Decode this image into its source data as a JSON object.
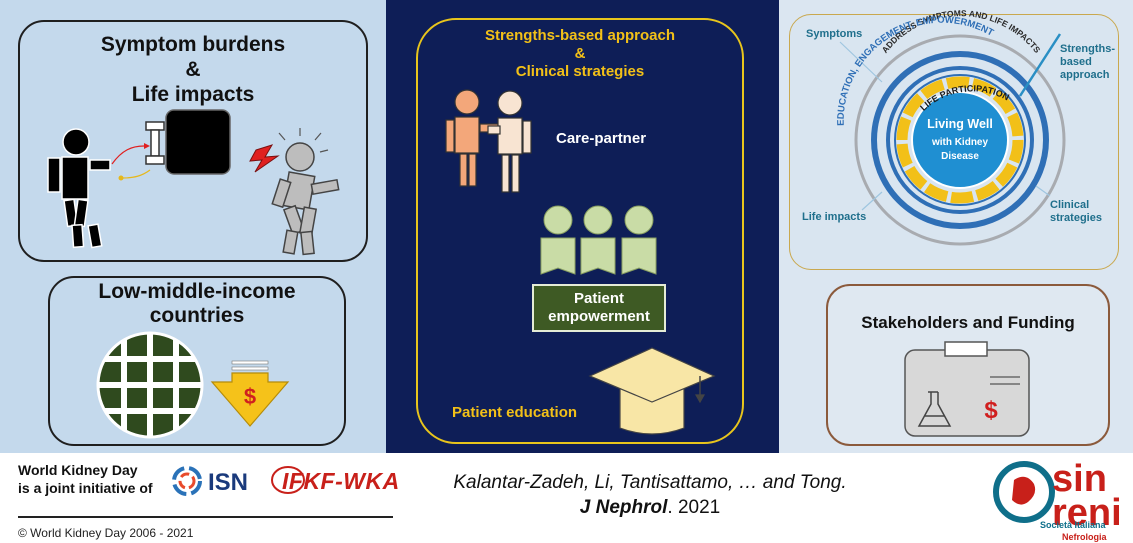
{
  "left_panel": {
    "symptom_title": "Symptom burdens",
    "symptom_amp": "&",
    "symptom_sub": "Life impacts",
    "lmic_title": "Low-middle-income countries",
    "dollar_sign": "$"
  },
  "middle_panel": {
    "title_line1": "Strengths-based approach",
    "title_line2": "&",
    "title_line3": "Clinical strategies",
    "care_partner": "Care-partner",
    "empowerment_line1": "Patient",
    "empowerment_line2": "empowerment",
    "patient_education": "Patient education"
  },
  "right_panel": {
    "wheel_symptoms": "Symptoms",
    "wheel_strengths": "Strengths-based approach",
    "wheel_life_impacts": "Life impacts",
    "wheel_clinical": "Clinical strategies",
    "ring_outer": "ADDRESS SYMPTOMS AND LIFE IMPACTS",
    "ring_middle": "EDUCATION, ENGAGEMENT, EMPOWERMENT",
    "ring_inner": "LIFE PARTICIPATION",
    "center_line1": "Living Well",
    "center_line2": "with Kidney",
    "center_line3": "Disease",
    "stakeholders_title": "Stakeholders and Funding",
    "dollar_sign": "$"
  },
  "footer": {
    "wkd_line1": "World Kidney Day",
    "wkd_line2": "is a joint initiative of",
    "isn": "ISN",
    "ifkf": "IFKF-WKA",
    "copyright": "© World Kidney Day 2006 - 2021",
    "citation_authors": "Kalantar-Zadeh, Li, Tantisattamo, … and Tong.",
    "citation_journal": "J Nephrol",
    "citation_year": ". 2021",
    "sin_logo": "sin",
    "sin_logo_2": "reni",
    "sin_sub1": "Società Italiana",
    "sin_sub2": "Nefrologia"
  },
  "colors": {
    "left_bg": "#c4d9ec",
    "mid_bg": "#0e1e57",
    "right_bg": "#dbe6f1",
    "gold": "#f2c018",
    "brand_red": "#c8201a"
  }
}
